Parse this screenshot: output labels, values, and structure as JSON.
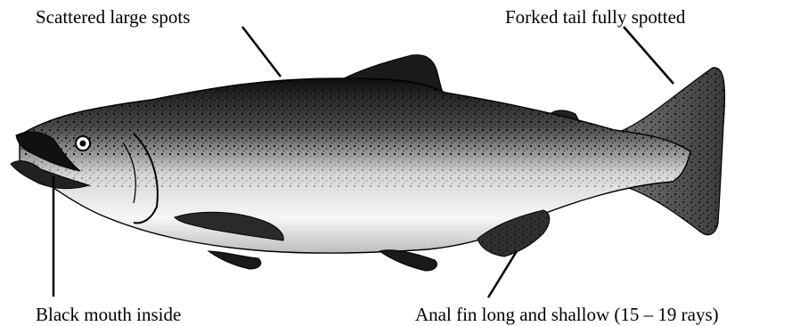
{
  "labels": {
    "spots": "Scattered large spots",
    "tail": "Forked tail fully spotted",
    "mouth": "Black mouth inside",
    "anal": "Anal fin long and shallow (15 – 19 rays)"
  },
  "colors": {
    "ink": "#000000",
    "paper": "#ffffff",
    "belly": "#f4f4f4",
    "back": "#2a2a2a"
  }
}
